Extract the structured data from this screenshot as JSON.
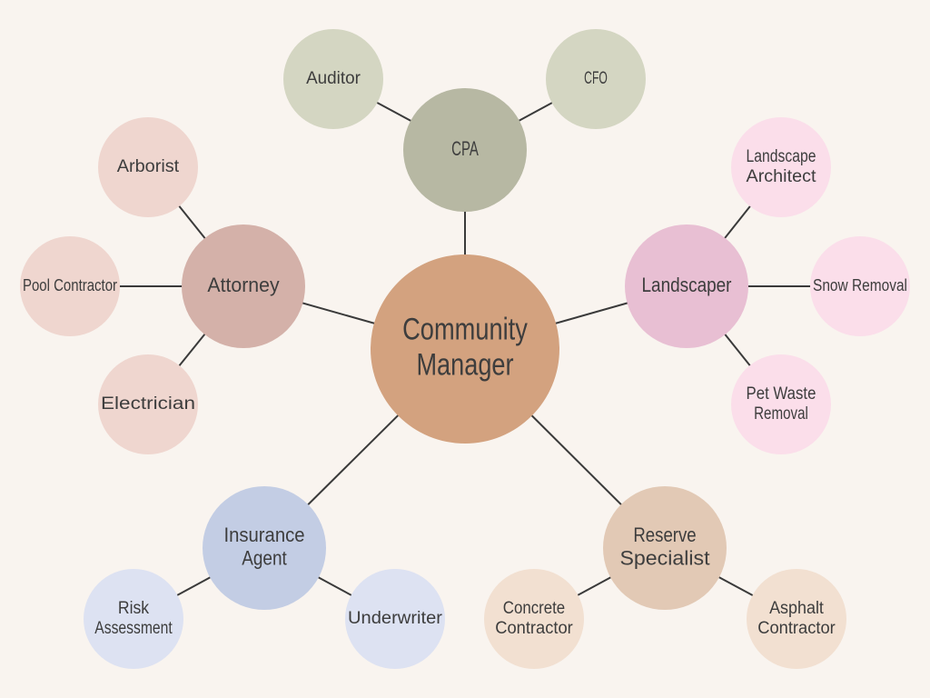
{
  "diagram": {
    "nodes": [
      {
        "id": "community-manager",
        "lines": [
          "Community",
          "Manager"
        ],
        "color": "#d3a27f"
      },
      {
        "id": "cpa",
        "lines": [
          "CPA"
        ],
        "color": "#b7b8a3"
      },
      {
        "id": "auditor",
        "lines": [
          "Auditor"
        ],
        "color": "#d4d6c2"
      },
      {
        "id": "cfo",
        "lines": [
          "CFO"
        ],
        "color": "#d4d6c2"
      },
      {
        "id": "attorney",
        "lines": [
          "Attorney"
        ],
        "color": "#d4b1a9"
      },
      {
        "id": "arborist",
        "lines": [
          "Arborist"
        ],
        "color": "#efd6cf"
      },
      {
        "id": "pool-contractor",
        "lines": [
          "Pool Contractor"
        ],
        "color": "#efd6cf"
      },
      {
        "id": "electrician",
        "lines": [
          "Electrician"
        ],
        "color": "#efd6cf"
      },
      {
        "id": "landscaper",
        "lines": [
          "Landscaper"
        ],
        "color": "#e8bfd3"
      },
      {
        "id": "landscape-architect",
        "lines": [
          "Landscape",
          "Architect"
        ],
        "color": "#fbdeea"
      },
      {
        "id": "snow-removal",
        "lines": [
          "Snow Removal"
        ],
        "color": "#fbdeea"
      },
      {
        "id": "pet-waste-removal",
        "lines": [
          "Pet Waste",
          "Removal"
        ],
        "color": "#fbdeea"
      },
      {
        "id": "insurance-agent",
        "lines": [
          "Insurance",
          "Agent"
        ],
        "color": "#c3cde4"
      },
      {
        "id": "risk-assessment",
        "lines": [
          "Risk",
          "Assessment"
        ],
        "color": "#dde2f2"
      },
      {
        "id": "underwriter",
        "lines": [
          "Underwriter"
        ],
        "color": "#dde2f2"
      },
      {
        "id": "reserve-specialist",
        "lines": [
          "Reserve",
          "Specialist"
        ],
        "color": "#e2c9b5"
      },
      {
        "id": "concrete-contractor",
        "lines": [
          "Concrete",
          "Contractor"
        ],
        "color": "#f2e0d1"
      },
      {
        "id": "asphalt-contractor",
        "lines": [
          "Asphalt",
          "Contractor"
        ],
        "color": "#f2e0d1"
      }
    ],
    "edges": [
      [
        "community-manager",
        "cpa"
      ],
      [
        "community-manager",
        "attorney"
      ],
      [
        "community-manager",
        "landscaper"
      ],
      [
        "community-manager",
        "insurance-agent"
      ],
      [
        "community-manager",
        "reserve-specialist"
      ],
      [
        "cpa",
        "auditor"
      ],
      [
        "cpa",
        "cfo"
      ],
      [
        "attorney",
        "arborist"
      ],
      [
        "attorney",
        "pool-contractor"
      ],
      [
        "attorney",
        "electrician"
      ],
      [
        "landscaper",
        "landscape-architect"
      ],
      [
        "landscaper",
        "snow-removal"
      ],
      [
        "landscaper",
        "pet-waste-removal"
      ],
      [
        "insurance-agent",
        "risk-assessment"
      ],
      [
        "insurance-agent",
        "underwriter"
      ],
      [
        "reserve-specialist",
        "concrete-contractor"
      ],
      [
        "reserve-specialist",
        "asphalt-contractor"
      ]
    ],
    "line_color": "#3a3a3a",
    "text_color": "#3d3d3d",
    "background": "#f9f4ef"
  }
}
